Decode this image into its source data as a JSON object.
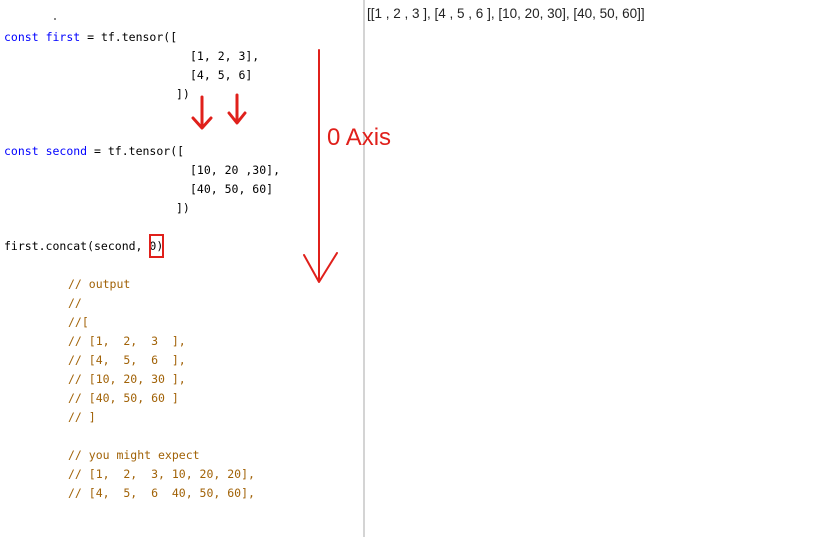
{
  "code": {
    "l1": {
      "keyword": "const",
      "ident": "first",
      "rest": " = tf.tensor(["
    },
    "l2": "[1, 2, 3],",
    "l3": "[4, 5, 6]",
    "l4": "])",
    "l5": {
      "keyword": "const",
      "ident": "second",
      "rest": " = tf.tensor(["
    },
    "l6": "[10, 20 ,30],",
    "l7": "[40, 50, 60]",
    "l8": "])",
    "l9": {
      "prefix": "first.concat(second, ",
      "arg": "0",
      "suffix": ")"
    },
    "comments": [
      "// output",
      "//",
      "//[",
      "// [1,  2,  3  ],",
      "// [4,  5,  6  ],",
      "// [10, 20, 30 ],",
      "// [40, 50, 60 ]",
      "// ]",
      "",
      "// you might expect",
      "// [1,  2,  3, 10, 20, 20],",
      "// [4,  5,  6  40, 50, 60],"
    ]
  },
  "output_text": "[[1 , 2 , 3 ], [4 , 5 , 6 ], [10, 20, 30], [40, 50, 60]]",
  "annotation": {
    "axis_label": "0 Axis",
    "color": "#e0201b"
  },
  "colors": {
    "keyword": "#0000ff",
    "comment": "#a16207"
  }
}
